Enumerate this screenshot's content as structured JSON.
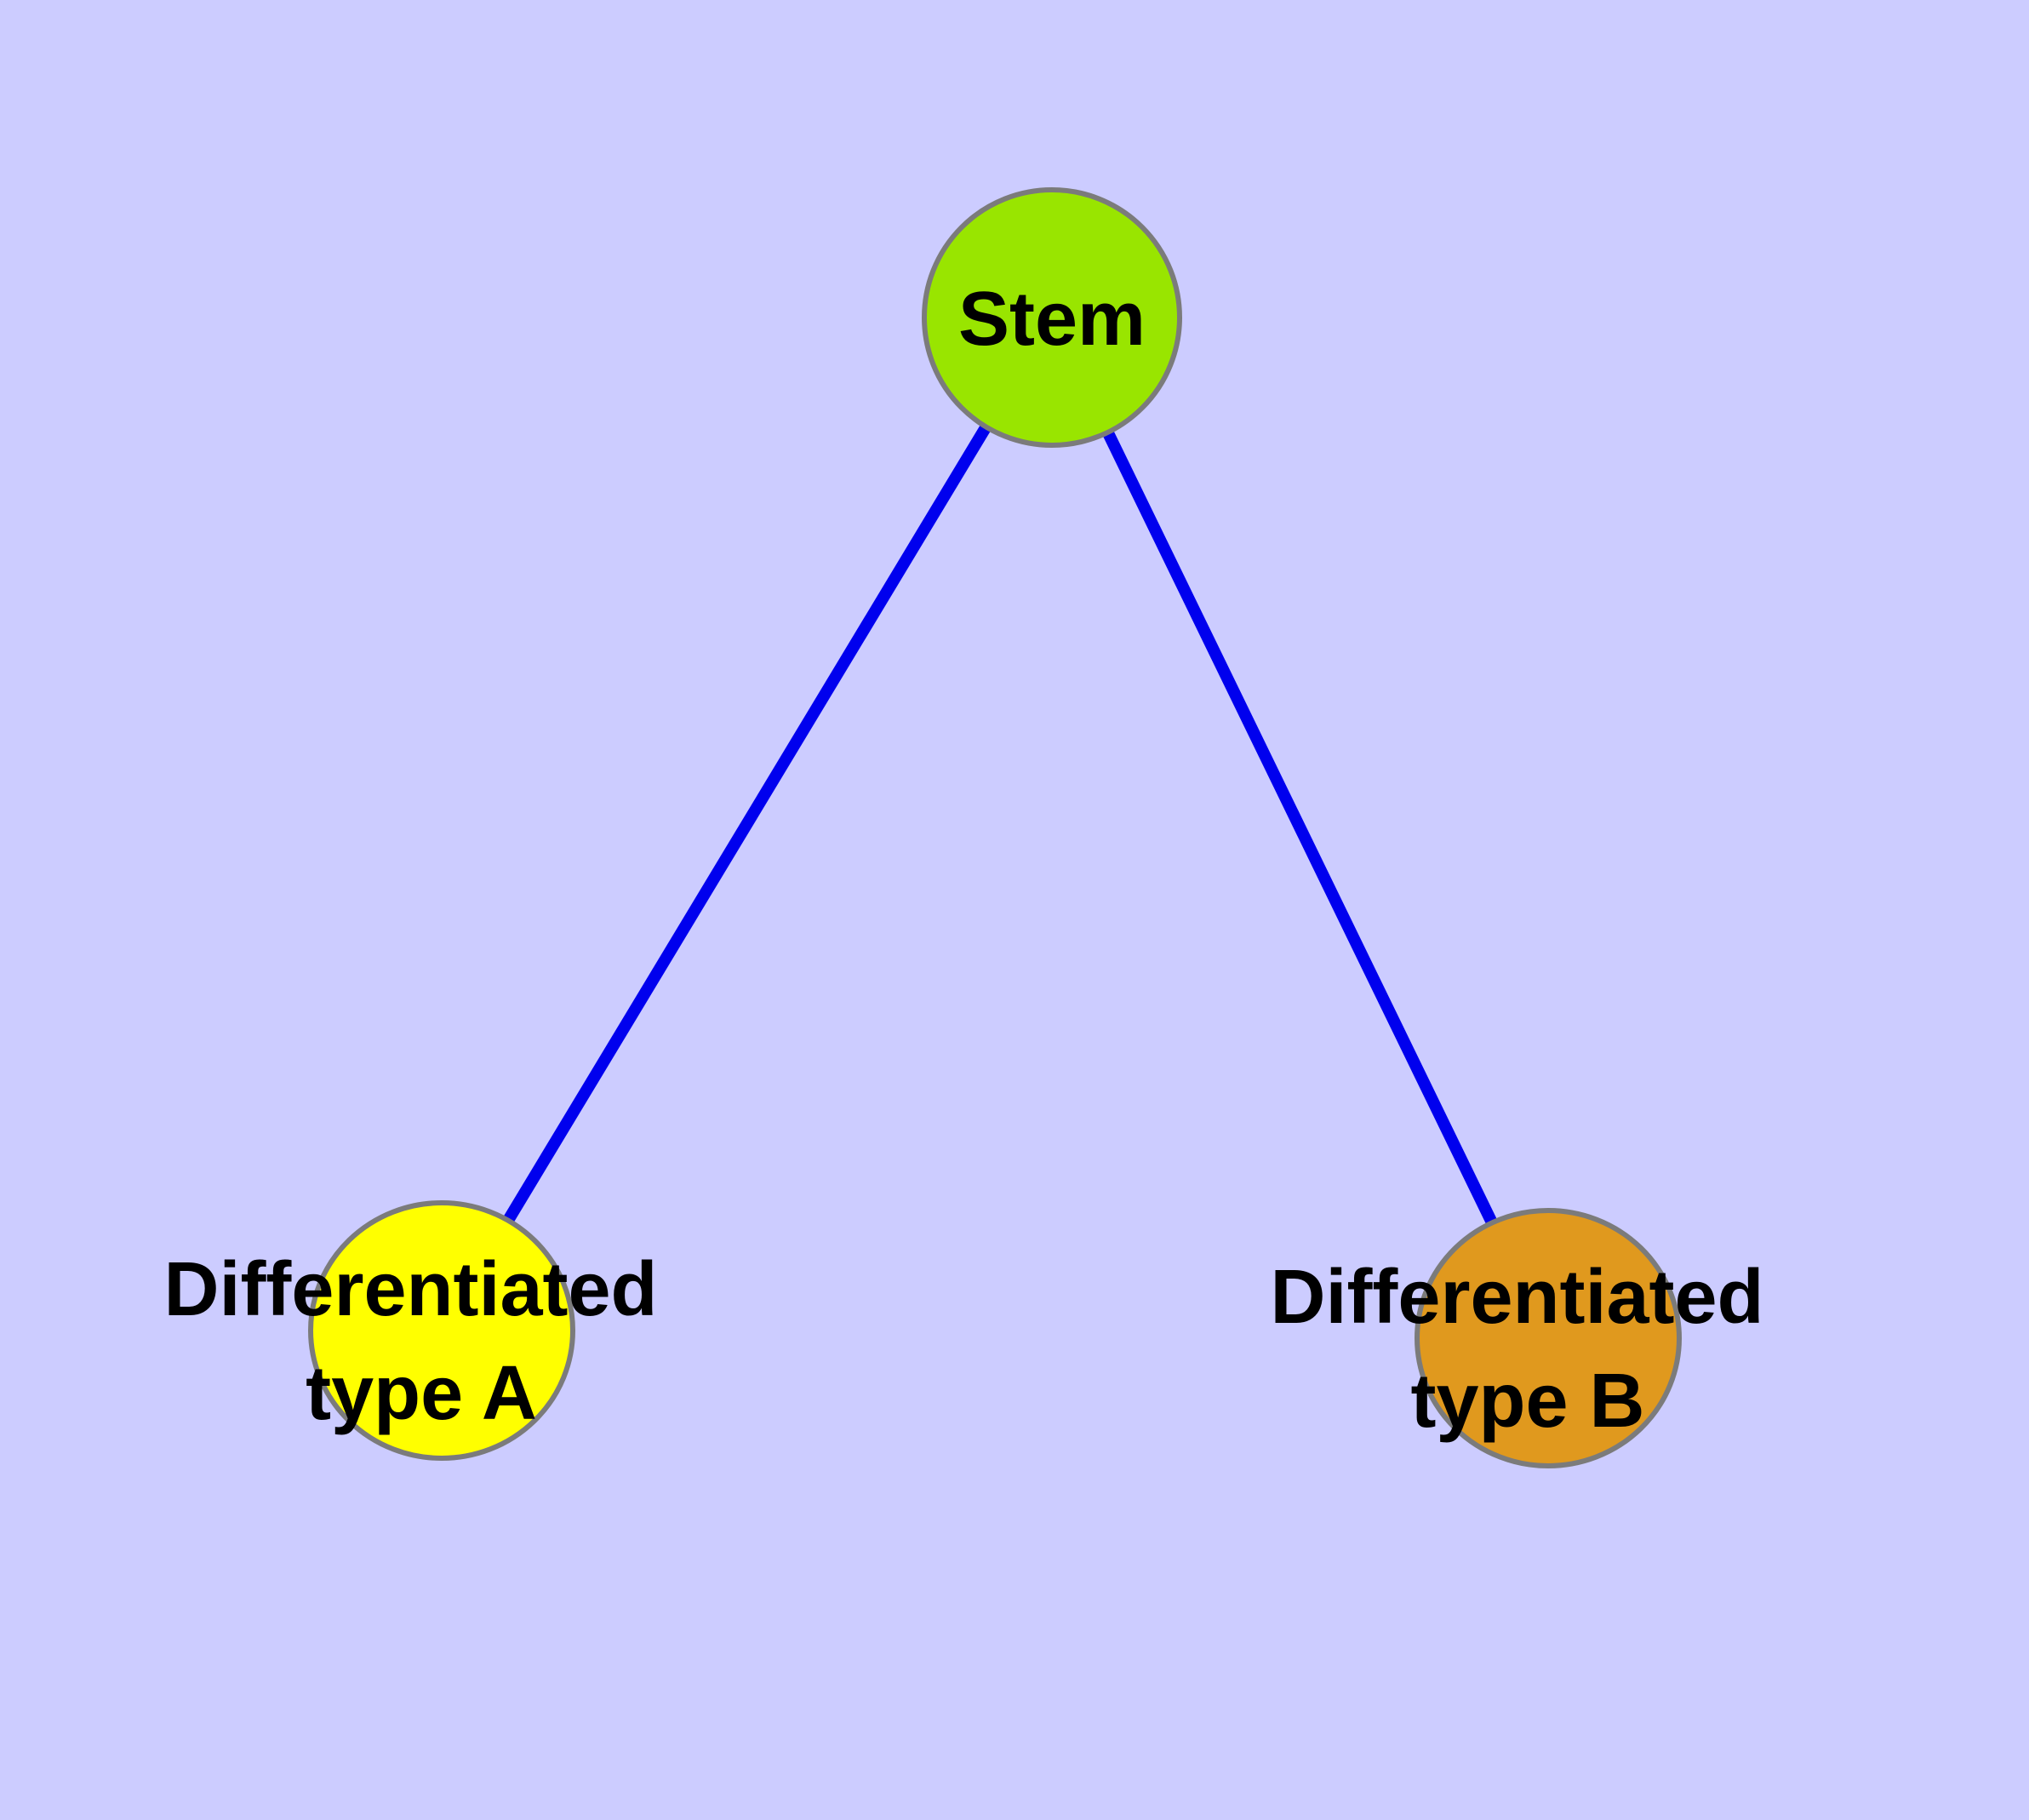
{
  "canvas": {
    "background": "#CCCCFF",
    "text_color": "#000000"
  },
  "nodes": {
    "stem": {
      "label": "Stem",
      "fill": "#99E500",
      "border": "#7B7B7B"
    },
    "type_a": {
      "label_line1": "Differentiated",
      "label_line2": "type A",
      "fill": "#FFFF00",
      "border": "#7B7B7B"
    },
    "type_b": {
      "label_line1": "Differentiated",
      "label_line2": "type B",
      "fill": "#E0991E",
      "border": "#7B7B7B"
    }
  },
  "edges": {
    "color": "#0000EE",
    "list": [
      {
        "from": "stem",
        "to": "type_a"
      },
      {
        "from": "stem",
        "to": "type_b"
      }
    ]
  }
}
